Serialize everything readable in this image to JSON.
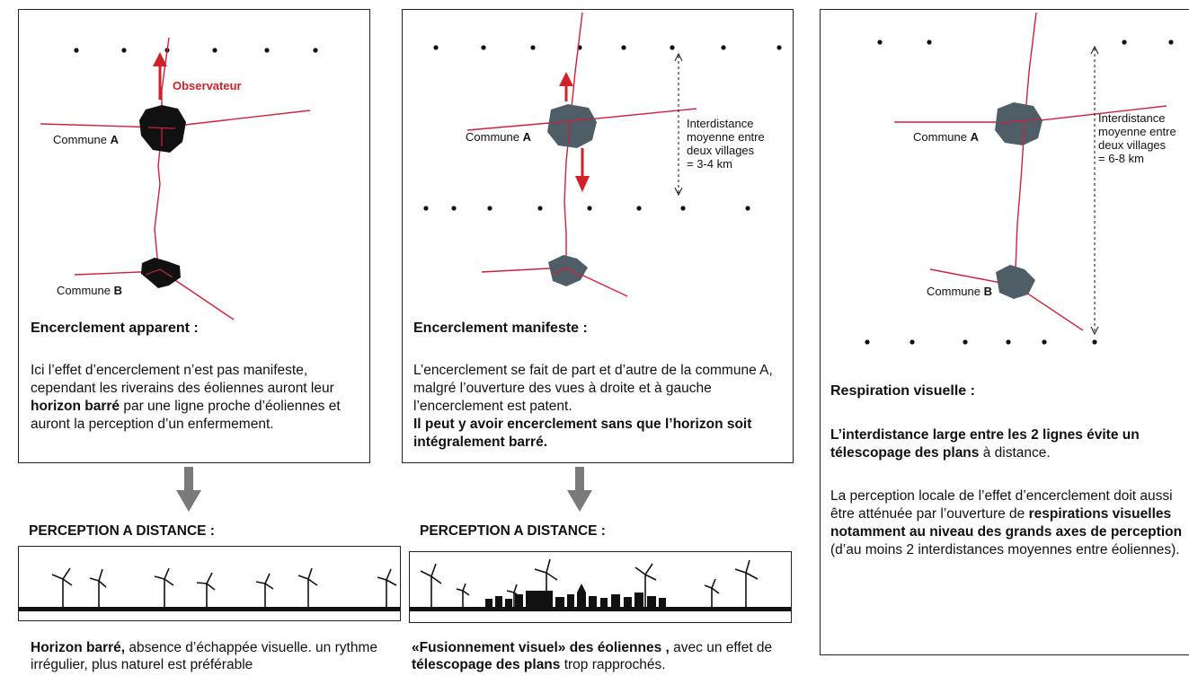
{
  "panel_a": {
    "observer_label": "Observateur",
    "commune_a_prefix": "Commune ",
    "commune_a_letter": "A",
    "commune_b_prefix": "Commune ",
    "commune_b_letter": "B",
    "heading": "Encerclement apparent :",
    "text_1": "Ici l’effet d’encerclement n’est pas manifeste, cependant les riverains des éoliennes auront leur ",
    "text_bold": "horizon barré",
    "text_2": " par une ligne proche d’éoliennes et auront la perception d’un enfermement.",
    "distance_heading": "PERCEPTION A DISTANCE :",
    "caption_bold": "Horizon barré,",
    "caption_rest": " absence d’échappée visuelle. un rythme irrégulier, plus naturel est préférable"
  },
  "panel_b": {
    "commune_a_prefix": "Commune ",
    "commune_a_letter": "A",
    "interdistance_label_1": "Interdistance",
    "interdistance_label_2": "moyenne entre",
    "interdistance_label_3": "deux villages",
    "interdistance_label_4": "= 3-4 km",
    "heading": "Encerclement manifeste :",
    "text_1": "L’encerclement se fait de part et d’autre de la commune A, malgré l’ouverture des vues à droite et à gauche l’encerclement est patent.",
    "text_bold": "Il peut y avoir encerclement sans que l’horizon soit intégralement barré.",
    "distance_heading": "PERCEPTION A DISTANCE :",
    "caption_bold_1": "«Fusionnement visuel» des éoliennes ,",
    "caption_mid": " avec un effet de ",
    "caption_bold_2": "télescopage des plans",
    "caption_end": " trop rapprochés."
  },
  "panel_c": {
    "commune_a_prefix": "Commune ",
    "commune_a_letter": "A",
    "commune_b_prefix": "Commune ",
    "commune_b_letter": "B",
    "interdistance_label_1": "Interdistance",
    "interdistance_label_2": "moyenne entre",
    "interdistance_label_3": "deux villages",
    "interdistance_label_4": "= 6-8 km",
    "heading": "Respiration visuelle :",
    "text_bold_1": "L’interdistance large entre les 2 lignes évite un télescopage des plans",
    "text_after_1": " à distance.",
    "text_2": "La perception locale de l’effet d’encerclement doit aussi être atténuée par l’ouverture de ",
    "text_bold_2": "respirations visuelles notamment au niveau des grands axes de perception",
    "text_3": " (d’au moins 2 interdistances moyennes entre éoliennes)."
  },
  "colors": {
    "road": "#d0203a",
    "arrow": "#d0202a",
    "village_dark": "#111111",
    "village_grey": "#4f5e66",
    "gray_arrow": "#7a7a7a"
  }
}
